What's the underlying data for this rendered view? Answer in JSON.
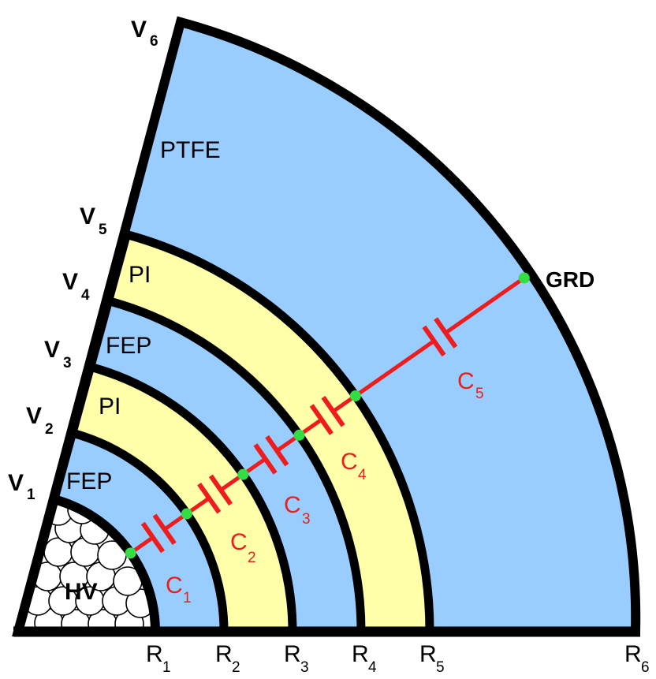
{
  "colors": {
    "fep": "#99ccff",
    "pi": "#ffffaa",
    "ptfe": "#99ccff",
    "outline": "#000000",
    "wire": "#ee1c1c",
    "node": "#33dd44",
    "conductor": "#ffffff"
  },
  "layers": [
    {
      "name": "FEP",
      "material": "fep"
    },
    {
      "name": "PI",
      "material": "pi"
    },
    {
      "name": "FEP",
      "material": "fep"
    },
    {
      "name": "PI",
      "material": "pi"
    },
    {
      "name": "PTFE",
      "material": "ptfe"
    }
  ],
  "voltages": [
    {
      "base": "V",
      "sub": "1"
    },
    {
      "base": "V",
      "sub": "2"
    },
    {
      "base": "V",
      "sub": "3"
    },
    {
      "base": "V",
      "sub": "4"
    },
    {
      "base": "V",
      "sub": "5"
    },
    {
      "base": "V",
      "sub": "6"
    }
  ],
  "radii": [
    {
      "base": "R",
      "sub": "1"
    },
    {
      "base": "R",
      "sub": "2"
    },
    {
      "base": "R",
      "sub": "3"
    },
    {
      "base": "R",
      "sub": "4"
    },
    {
      "base": "R",
      "sub": "5"
    },
    {
      "base": "R",
      "sub": "6"
    }
  ],
  "capacitors": [
    {
      "base": "C",
      "sub": "1"
    },
    {
      "base": "C",
      "sub": "2"
    },
    {
      "base": "C",
      "sub": "3"
    },
    {
      "base": "C",
      "sub": "4"
    },
    {
      "base": "C",
      "sub": "5"
    }
  ],
  "core_label": "HV",
  "ground_label": "GRD"
}
